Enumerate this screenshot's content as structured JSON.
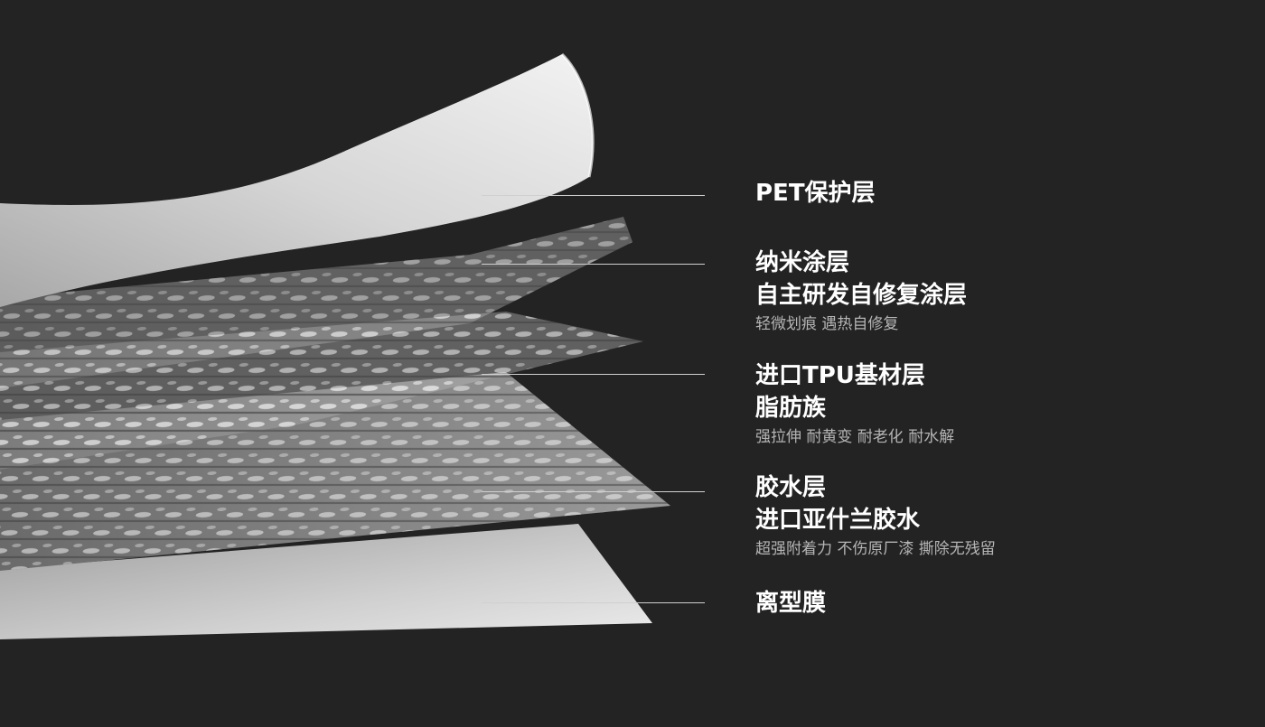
{
  "colors": {
    "background": "#232323",
    "title_text": "#ffffff",
    "subtitle_text": "#b5b5b5",
    "leader_line": "#d0d0d0"
  },
  "layers": [
    {
      "name": "pet",
      "title_lines": [
        "PET保护层"
      ],
      "subtitle": ""
    },
    {
      "name": "nano",
      "title_lines": [
        "纳米涂层",
        "自主研发自修复涂层"
      ],
      "subtitle": "轻微划痕 遇热自修复"
    },
    {
      "name": "tpu",
      "title_lines": [
        "进口TPU基材层",
        "脂肪族"
      ],
      "subtitle": "强拉伸 耐黄变 耐老化 耐水解"
    },
    {
      "name": "glue",
      "title_lines": [
        "胶水层",
        "进口亚什兰胶水"
      ],
      "subtitle": "超强附着力 不伤原厂漆 撕除无残留"
    },
    {
      "name": "release",
      "title_lines": [
        "离型膜"
      ],
      "subtitle": ""
    }
  ]
}
